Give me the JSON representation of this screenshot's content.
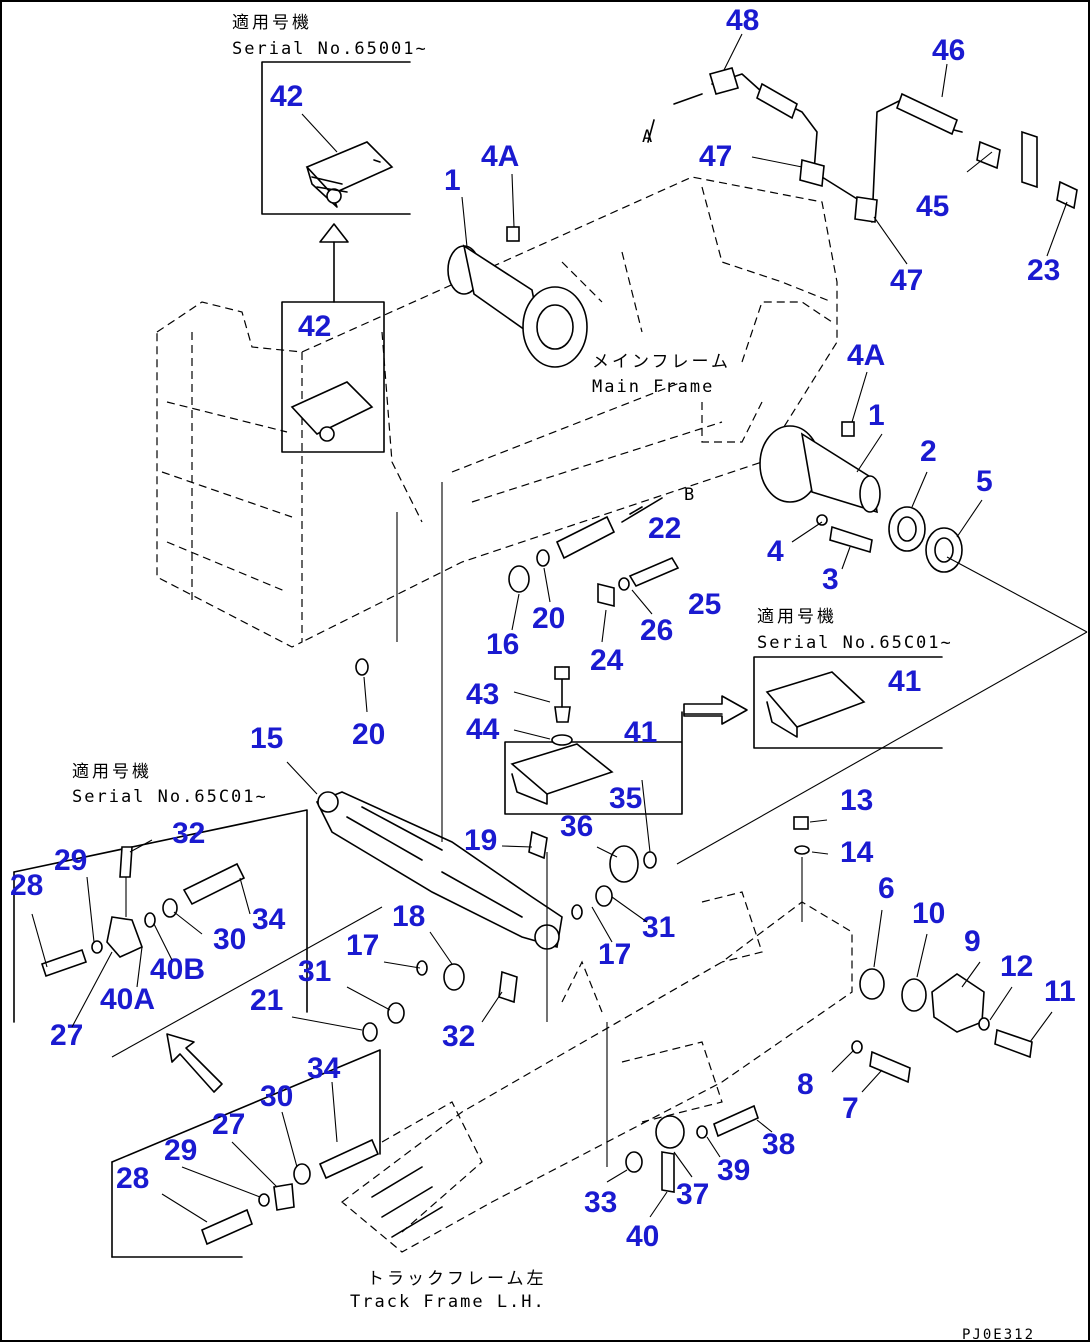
{
  "drawing_code": "PJ0E312",
  "notes": {
    "serial_top": {
      "jp": "適用号機",
      "en": "Serial No.65001~"
    },
    "serial_right": {
      "jp": "適用号機",
      "en": "Serial No.65C01~"
    },
    "serial_left": {
      "jp": "適用号機",
      "en": "Serial No.65C01~"
    },
    "main_frame": {
      "jp": "メインフレーム",
      "en": "Main Frame"
    },
    "track_frame": {
      "jp": "トラックフレーム左",
      "en": "Track Frame L.H."
    },
    "ref_a": "A",
    "ref_b": "B"
  },
  "callouts": [
    {
      "label": "48"
    },
    {
      "label": "46"
    },
    {
      "label": "47"
    },
    {
      "label": "47"
    },
    {
      "label": "45"
    },
    {
      "label": "23"
    },
    {
      "label": "42"
    },
    {
      "label": "42"
    },
    {
      "label": "1"
    },
    {
      "label": "4A"
    },
    {
      "label": "4A"
    },
    {
      "label": "1"
    },
    {
      "label": "2"
    },
    {
      "label": "5"
    },
    {
      "label": "4"
    },
    {
      "label": "3"
    },
    {
      "label": "22"
    },
    {
      "label": "25"
    },
    {
      "label": "16"
    },
    {
      "label": "20"
    },
    {
      "label": "24"
    },
    {
      "label": "26"
    },
    {
      "label": "20"
    },
    {
      "label": "43"
    },
    {
      "label": "44"
    },
    {
      "label": "41"
    },
    {
      "label": "41"
    },
    {
      "label": "35"
    },
    {
      "label": "15"
    },
    {
      "label": "36"
    },
    {
      "label": "19"
    },
    {
      "label": "13"
    },
    {
      "label": "14"
    },
    {
      "label": "32"
    },
    {
      "label": "29"
    },
    {
      "label": "28"
    },
    {
      "label": "34"
    },
    {
      "label": "30"
    },
    {
      "label": "40B"
    },
    {
      "label": "40A"
    },
    {
      "label": "27"
    },
    {
      "label": "18"
    },
    {
      "label": "17"
    },
    {
      "label": "17"
    },
    {
      "label": "31"
    },
    {
      "label": "31"
    },
    {
      "label": "21"
    },
    {
      "label": "32"
    },
    {
      "label": "6"
    },
    {
      "label": "10"
    },
    {
      "label": "9"
    },
    {
      "label": "12"
    },
    {
      "label": "11"
    },
    {
      "label": "8"
    },
    {
      "label": "7"
    },
    {
      "label": "34"
    },
    {
      "label": "30"
    },
    {
      "label": "27"
    },
    {
      "label": "29"
    },
    {
      "label": "28"
    },
    {
      "label": "38"
    },
    {
      "label": "39"
    },
    {
      "label": "33"
    },
    {
      "label": "37"
    },
    {
      "label": "40"
    }
  ]
}
